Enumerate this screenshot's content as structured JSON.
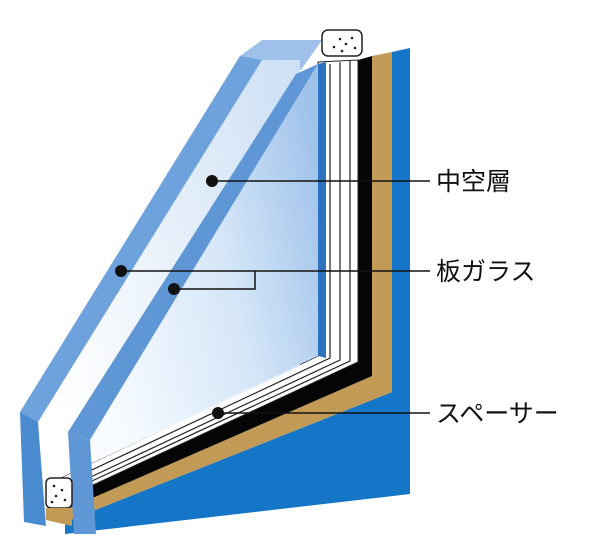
{
  "labels": {
    "air_layer": "中空層",
    "glass_pane": "板ガラス",
    "spacer": "スペーサー"
  },
  "colors": {
    "glass_edge": "#5f97d6",
    "glass_face_light": "#f4f9ff",
    "glass_face_dark": "#a9c8ec",
    "glass_top": "#9ec0ea",
    "spacer_white": "#ffffff",
    "sealant_black": "#050505",
    "butyl_tan": "#c19a55",
    "frame_blue": "#1575c6",
    "leader_line": "#111111"
  }
}
